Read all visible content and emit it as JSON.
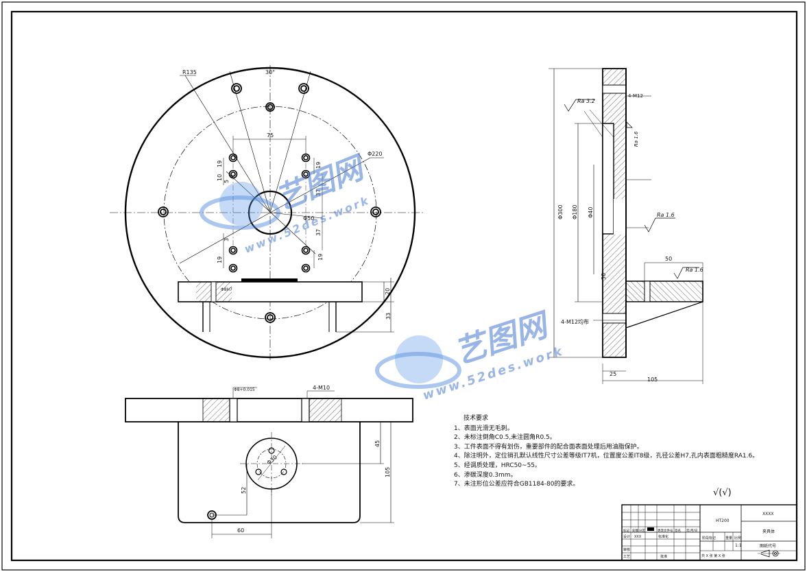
{
  "drawing": {
    "dims_top": {
      "r135": "R135",
      "angle": "30°",
      "d220": "Φ220",
      "d50": "Φ50",
      "w75": "75",
      "v19a": "19",
      "v19b": "19",
      "v37a": "37",
      "v37b": "37",
      "v19c": "19",
      "v19d": "19",
      "v3": "3",
      "v10": "10",
      "v5": "5"
    },
    "dims_side": {
      "ra32": "Ra 3.2",
      "m12": "4-M12",
      "ra16a": "Ra 1.6",
      "ra16b": "Ra 1.6",
      "v50": "50",
      "d300": "Φ300",
      "d180": "Φ180",
      "d40": "Φ40",
      "v30": "30",
      "v25": "25",
      "v105": "105",
      "m12_even": "4-M12均布",
      "ra16c": "Ra 1.6"
    },
    "dims_mid": {
      "v33": "33",
      "v20": "20",
      "pin": "Φ8H7"
    },
    "dims_bottom": {
      "pin_tol": "Φ8+0.015",
      "m10": "4-M10",
      "v45": "45",
      "v105": "105",
      "v52": "52",
      "v60": "60",
      "d30": "Φ30"
    },
    "roughness_symbol": "√(√)"
  },
  "tech_requirements": {
    "title": "技术要求",
    "items": [
      "1、表面光滑无毛刺。",
      "2、未标注倒角C0.5,未注圆角R0.5。",
      "3、工件表面不得有划伤，重要部件的配合面表面处理后用油脂保护。",
      "4、除注明外，定位销孔默认线性尺寸公差等级IT7机，位置度公差IT8级，孔径公差H7,孔内表面粗糙度RA1.6。",
      "5、经调质处理，HRC50~55。",
      "6、渗碳深度0.3mm。",
      "7、未注形位公差应符合GB1184-80的要求。"
    ]
  },
  "title_block": {
    "material": "HT200",
    "company": "XXXX",
    "part_name": "夹具体",
    "drawing_no": "图纸代号",
    "scale": "1:1",
    "stage_label": "阶段标记",
    "weight_label": "重量",
    "scale_label": "比例",
    "designer_label": "设计",
    "designer": "XXX",
    "standard_label": "标准化",
    "review_label": "审核",
    "process_label": "工艺",
    "approve_label": "批准",
    "sheet_info": "共 X 张   第 X 张",
    "rev_headers": [
      "标记",
      "处数",
      "分区",
      "更改文件号",
      "签名",
      "年/月/日"
    ]
  },
  "watermark": {
    "brand": "艺图网",
    "url": "www.52des.work"
  }
}
